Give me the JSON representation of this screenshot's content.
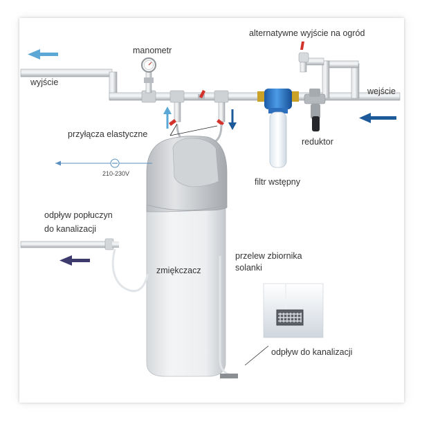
{
  "labels": {
    "alternate_output": "alternatywne wyjście na ogród",
    "pressure_gauge": "manometr",
    "output": "wyjście",
    "input": "wejście",
    "flex_connectors": "przyłącza elastyczne",
    "reducer": "reduktor",
    "voltage": "210-230V",
    "prefilter": "filtr wstępny",
    "backwash_drain_line1": "odpływ popłuczyn",
    "backwash_drain_line2": "do kanalizacji",
    "brine_overflow_line1": "przelew zbiornika",
    "brine_overflow_line2": "solanki",
    "softener": "zmiękczacz",
    "floor_drain": "odpływ do kanalizacji"
  },
  "colors": {
    "output_arrow": "#5ba8d6",
    "input_arrow": "#1d5a99",
    "drain_arrow": "#3d3a6e",
    "valve_red": "#d2332c",
    "filter_blue": "#2673c4",
    "pipe_gray": "#c6c9cc"
  }
}
